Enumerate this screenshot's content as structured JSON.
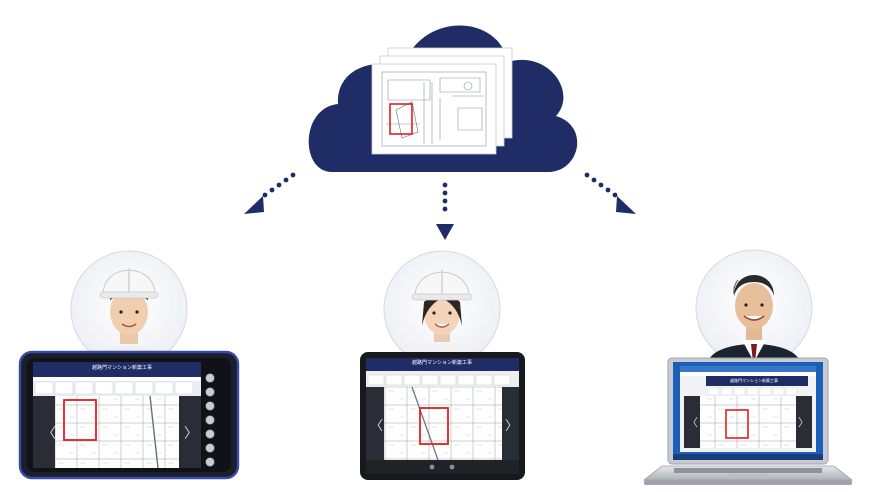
{
  "cloud": {
    "color": "#1f2c66",
    "icon": "cloud-storage-icon",
    "content": "drawing-sheets-stack"
  },
  "arrows": {
    "color": "#1f2c66",
    "directions": [
      "down-left",
      "down",
      "down-right"
    ]
  },
  "people": [
    {
      "id": "worker-left",
      "role": "site-worker",
      "helmet": "white",
      "device": "rugged-tablet"
    },
    {
      "id": "worker-center",
      "role": "site-worker",
      "helmet": "white",
      "device": "tablet"
    },
    {
      "id": "manager-right",
      "role": "office-staff",
      "helmet": "none",
      "device": "laptop"
    }
  ],
  "screens": {
    "header_color": "#1f2c66",
    "highlight_color": "#e02020",
    "left_title": "越路門マンション新築工事",
    "center_title": "越路門マンション新築工事",
    "right_title": "越路門マンション新築工事"
  }
}
